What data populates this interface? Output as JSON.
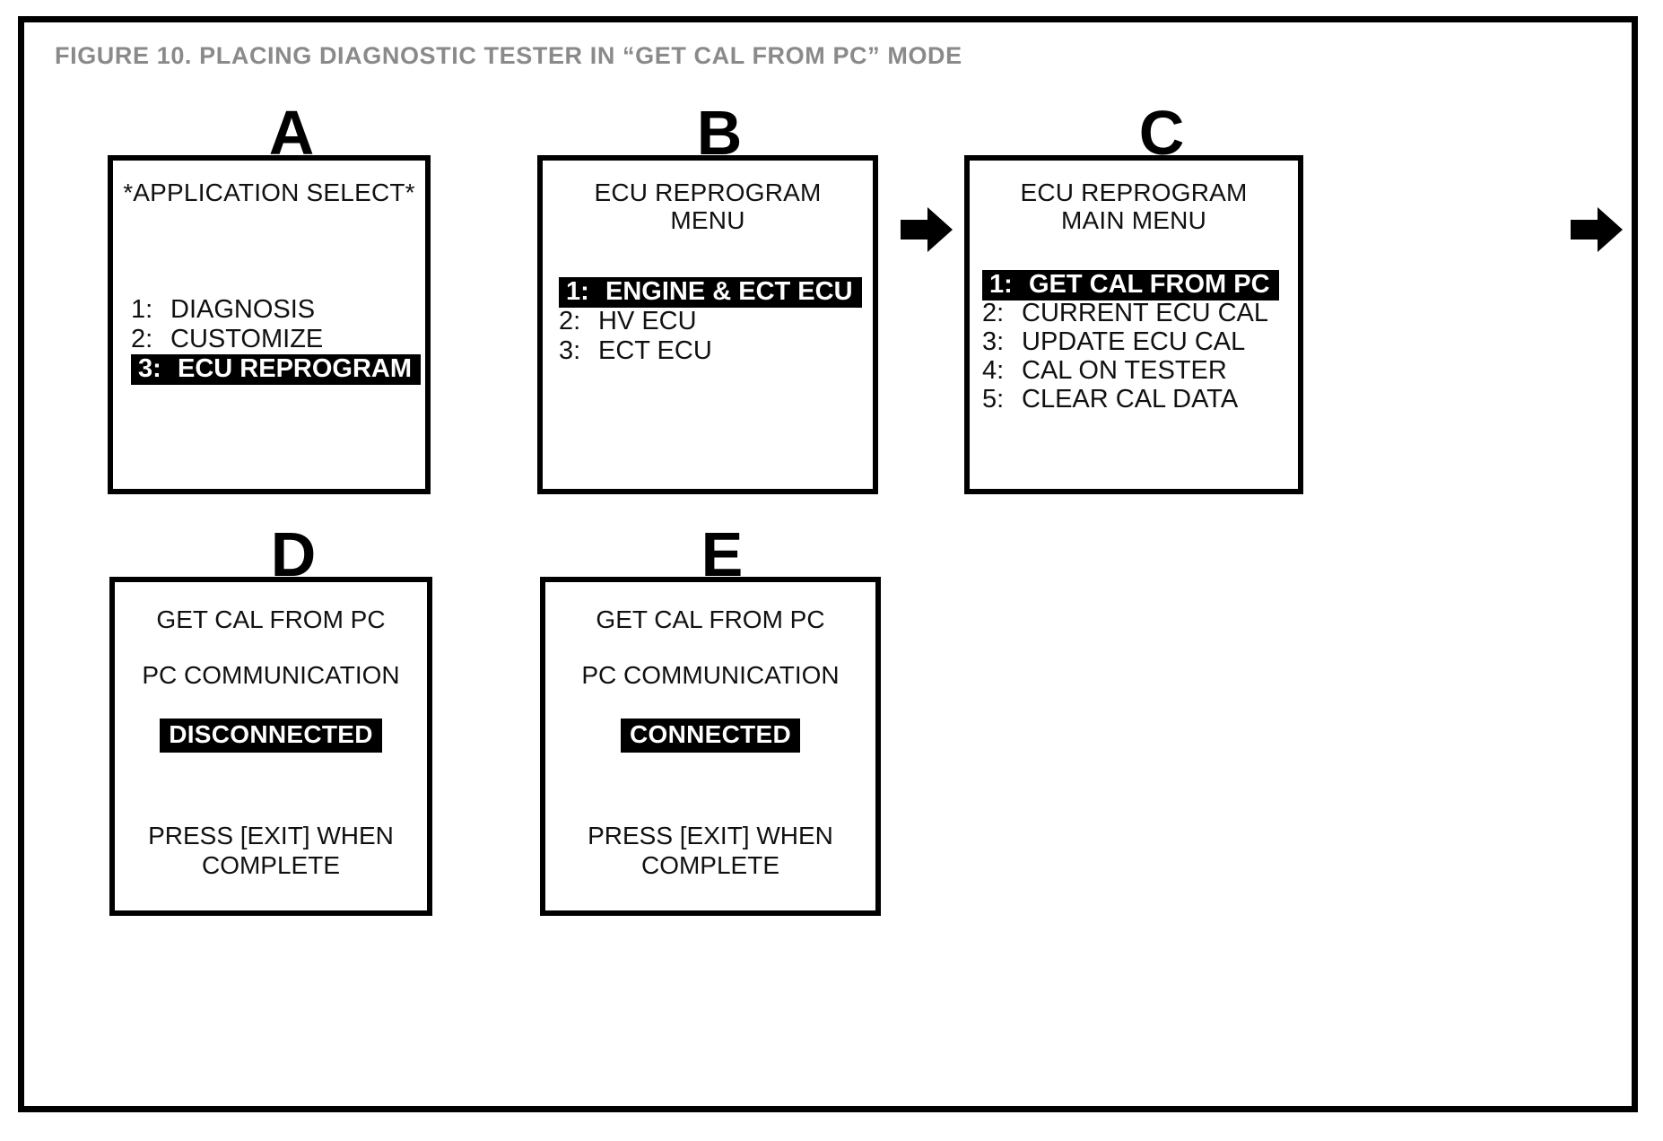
{
  "figure": {
    "title": "FIGURE 10.  PLACING DIAGNOSTIC TESTER IN “GET CAL FROM PC” MODE",
    "title_color": "#8a8a8a",
    "frame_color": "#000000",
    "highlight_bg": "#000000",
    "highlight_fg": "#ffffff"
  },
  "panels": [
    {
      "letter": "A",
      "title_lines": [
        "*APPLICATION SELECT*"
      ],
      "menu": [
        {
          "num": "1:",
          "label": "DIAGNOSIS",
          "selected": false
        },
        {
          "num": "2:",
          "label": "CUSTOMIZE",
          "selected": false
        },
        {
          "num": "3:",
          "label": "ECU REPROGRAM",
          "selected": true
        }
      ]
    },
    {
      "letter": "B",
      "title_lines": [
        "ECU REPROGRAM",
        "MENU"
      ],
      "menu": [
        {
          "num": "1:",
          "label": "ENGINE & ECT ECU",
          "selected": true
        },
        {
          "num": "2:",
          "label": "HV ECU",
          "selected": false
        },
        {
          "num": "3:",
          "label": "ECT ECU",
          "selected": false
        }
      ]
    },
    {
      "letter": "C",
      "title_lines": [
        "ECU REPROGRAM",
        "MAIN MENU"
      ],
      "menu": [
        {
          "num": "1:",
          "label": "GET CAL FROM PC",
          "selected": true
        },
        {
          "num": "2:",
          "label": "CURRENT ECU CAL",
          "selected": false
        },
        {
          "num": "3:",
          "label": "UPDATE ECU CAL",
          "selected": false
        },
        {
          "num": "4:",
          "label": "CAL ON TESTER",
          "selected": false
        },
        {
          "num": "5:",
          "label": "CLEAR CAL DATA",
          "selected": false
        }
      ]
    },
    {
      "letter": "D",
      "header": "GET CAL FROM PC",
      "subheader": "PC COMMUNICATION",
      "status": "DISCONNECTED",
      "footer_lines": [
        "PRESS [EXIT] WHEN",
        "COMPLETE"
      ]
    },
    {
      "letter": "E",
      "header": "GET CAL FROM PC",
      "subheader": "PC COMMUNICATION",
      "status": "CONNECTED",
      "footer_lines": [
        "PRESS [EXIT] WHEN",
        "COMPLETE"
      ]
    }
  ],
  "arrows": [
    {
      "name": "arrow-a-to-b"
    },
    {
      "name": "arrow-b-to-c"
    },
    {
      "name": "arrow-c-to-next"
    },
    {
      "name": "arrow-d-to-e"
    }
  ]
}
